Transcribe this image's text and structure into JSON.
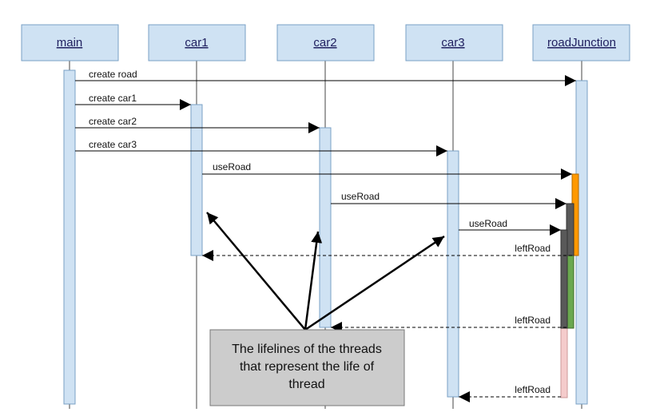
{
  "participants": [
    {
      "id": "main",
      "label": "main"
    },
    {
      "id": "car1",
      "label": "car1"
    },
    {
      "id": "car2",
      "label": "car2"
    },
    {
      "id": "car3",
      "label": "car3"
    },
    {
      "id": "roadJunction",
      "label": "roadJunction"
    }
  ],
  "messages": [
    {
      "id": "m1",
      "label": "create road",
      "type": "sync"
    },
    {
      "id": "m2",
      "label": "create car1",
      "type": "sync"
    },
    {
      "id": "m3",
      "label": "create car2",
      "type": "sync"
    },
    {
      "id": "m4",
      "label": "create car3",
      "type": "sync"
    },
    {
      "id": "m5",
      "label": "useRoad",
      "type": "sync"
    },
    {
      "id": "m6",
      "label": "useRoad",
      "type": "sync"
    },
    {
      "id": "m7",
      "label": "useRoad",
      "type": "sync"
    },
    {
      "id": "m8",
      "label": "leftRoad",
      "type": "return"
    },
    {
      "id": "m9",
      "label": "leftRoad",
      "type": "return"
    },
    {
      "id": "m10",
      "label": "leftRoad",
      "type": "return"
    }
  ],
  "note": {
    "lines": [
      "The lifelines of the threads",
      "that represent the life of",
      "thread"
    ]
  },
  "colors": {
    "header_fill": "#cfe2f3",
    "header_stroke": "#7aa0c4",
    "activation_fill": "#cfe2f3",
    "activation_orange": "#ff9900",
    "activation_green": "#6aa84f",
    "activation_dark": "#595959",
    "activation_pink": "#f4cccc",
    "note_fill": "#cccccc"
  }
}
